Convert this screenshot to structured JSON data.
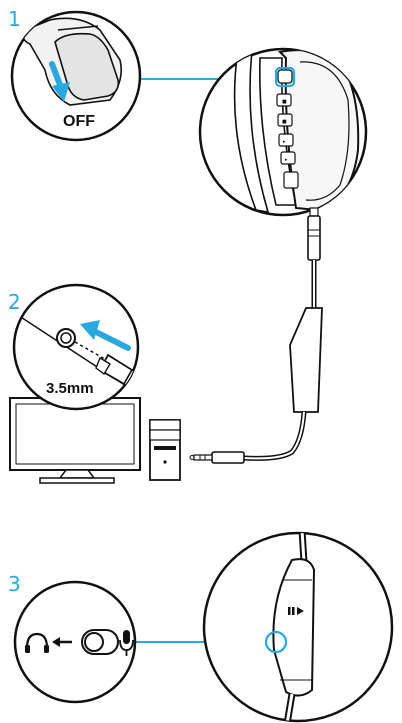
{
  "steps": [
    {
      "number": "1",
      "label": "OFF"
    },
    {
      "number": "2",
      "label": "3.5mm"
    },
    {
      "number": "3",
      "label": ""
    }
  ],
  "colors": {
    "accent": "#29a8e0",
    "line": "#111111",
    "fill_light": "#f2f2f2",
    "fill_mid": "#d9d9d9"
  },
  "icons": {
    "power_switch": "slider-switch-icon",
    "jack": "audio-jack-icon",
    "monitor": "monitor-icon",
    "tower": "desktop-tower-icon",
    "headphones": "headphones-icon",
    "microphone": "microphone-icon",
    "arrow": "left-arrow-icon",
    "play_pause": "play-pause-icon"
  }
}
